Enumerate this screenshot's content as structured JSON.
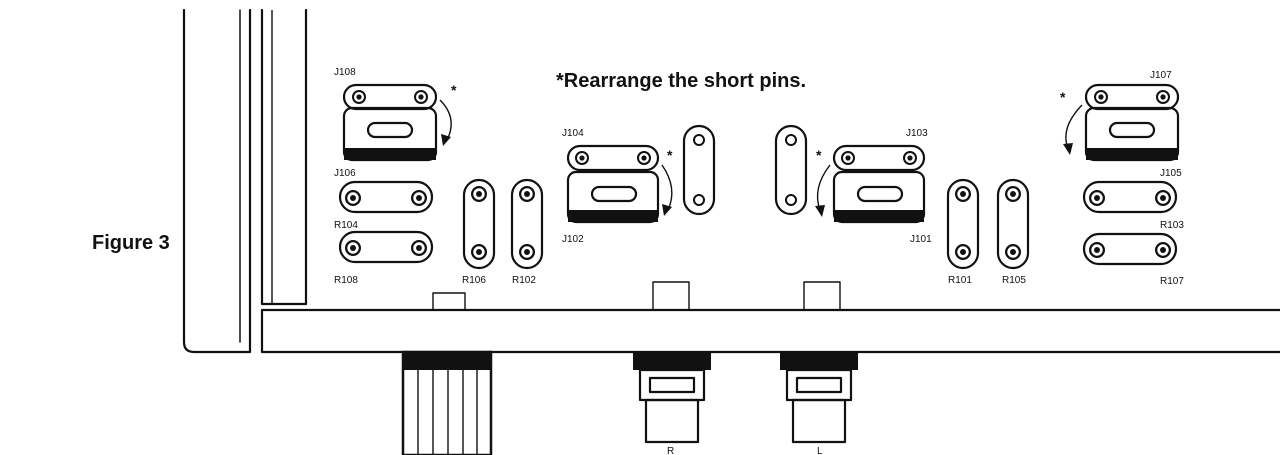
{
  "figure": {
    "caption": "Figure 3",
    "note": "*Rearrange the short pins.",
    "star": "*"
  },
  "components": {
    "j108": "J108",
    "j106": "J106",
    "j104": "J104",
    "j102": "J102",
    "j103": "J103",
    "j101": "J101",
    "j107": "J107",
    "j105": "J105",
    "r104": "R104",
    "r108": "R108",
    "r106": "R106",
    "r102": "R102",
    "r101": "R101",
    "r105": "R105",
    "r103": "R103",
    "r107": "R107"
  },
  "jacks": {
    "right": "R",
    "left": "L"
  },
  "colors": {
    "line": "#111111",
    "background": "#ffffff"
  }
}
